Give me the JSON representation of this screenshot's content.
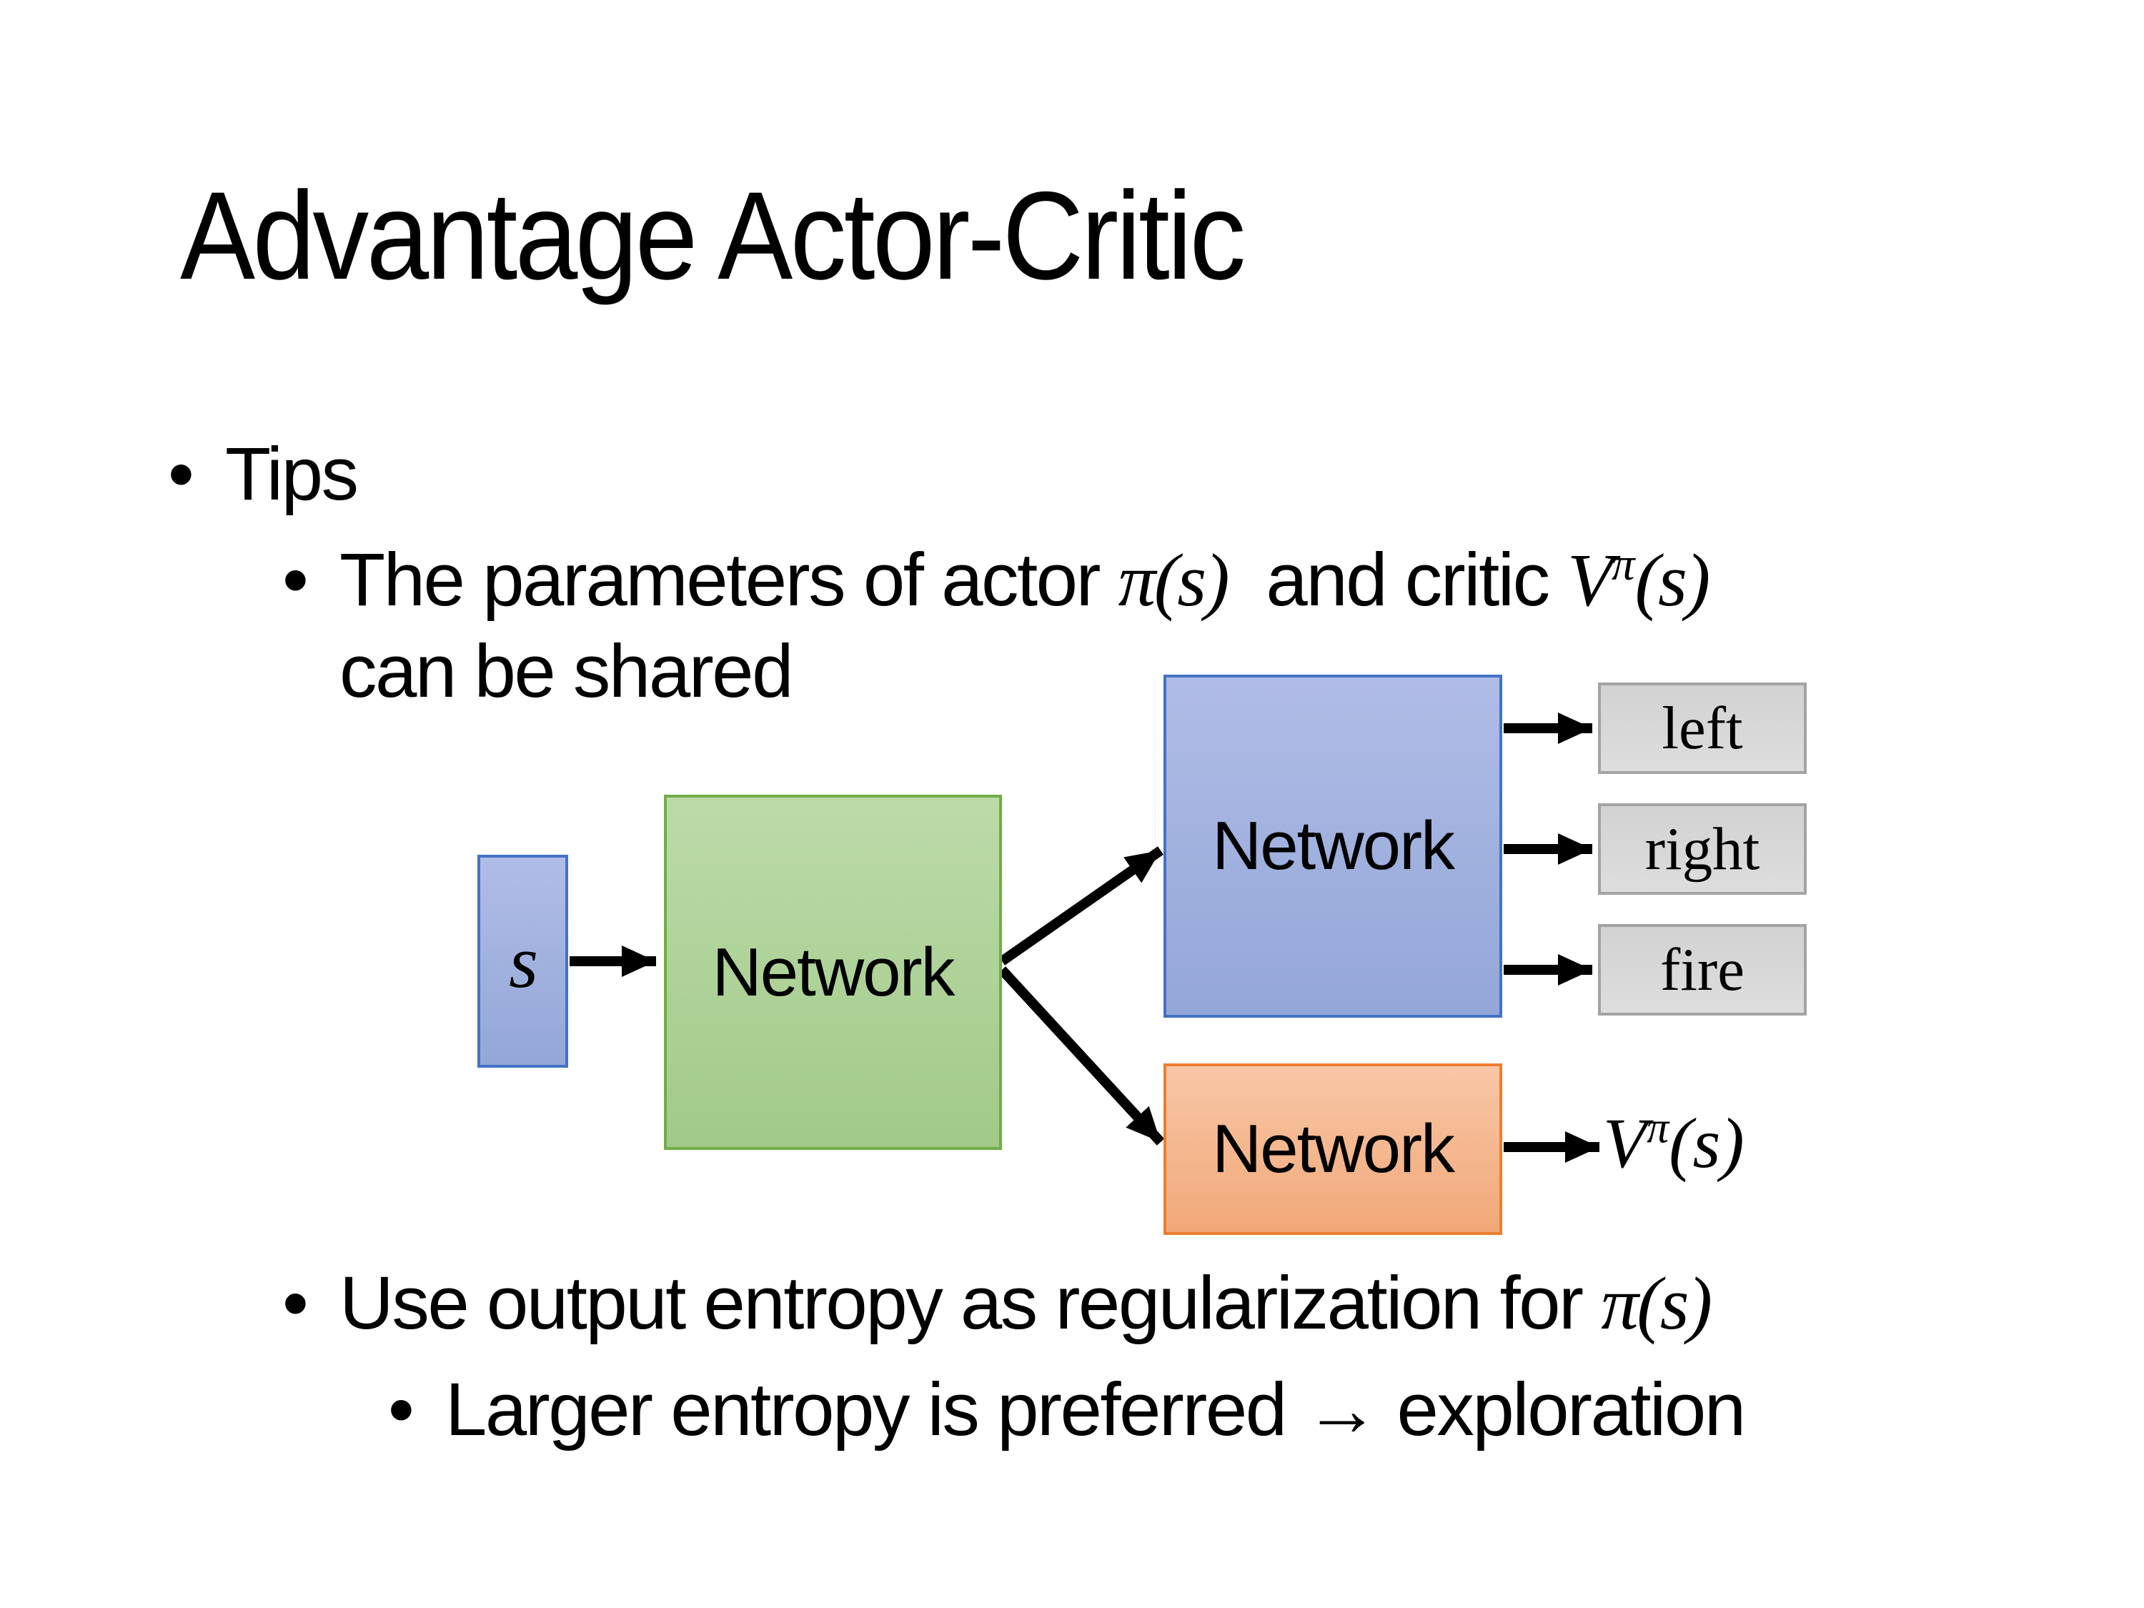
{
  "slide": {
    "title": "Advantage Actor-Critic",
    "bullet_char": "•"
  },
  "bullets": [
    {
      "level": 1,
      "segments": [
        {
          "t": "Tips"
        }
      ]
    },
    {
      "level": 2,
      "segments": [
        {
          "t": "The parameters of actor "
        },
        {
          "m": "π(s)"
        },
        {
          "t": "  and critic "
        },
        {
          "m": "V"
        },
        {
          "sup": "π"
        },
        {
          "m": "(s)"
        }
      ]
    },
    {
      "level": 2,
      "continuation": true,
      "segments": [
        {
          "t": "can be shared"
        }
      ]
    },
    {
      "level": 2,
      "segments": [
        {
          "t": "Use output entropy as regularization for "
        },
        {
          "m": "π(s)"
        }
      ]
    },
    {
      "level": 3,
      "segments": [
        {
          "t": "Larger entropy is preferred → exploration"
        }
      ]
    }
  ],
  "diagram": {
    "state_box": {
      "label": "s"
    },
    "shared_network": {
      "label": "Network"
    },
    "actor_network": {
      "label": "Network"
    },
    "critic_network": {
      "label": "Network"
    },
    "actions": [
      {
        "label": "left"
      },
      {
        "label": "right"
      },
      {
        "label": "fire"
      }
    ],
    "critic_output": {
      "segments": [
        {
          "m": "V"
        },
        {
          "sup": "π"
        },
        {
          "m": "(s)"
        }
      ]
    },
    "colors": {
      "blue_fill_top": "#b0bce6",
      "blue_fill_bottom": "#93a7d8",
      "blue_border": "#4472c4",
      "green_fill_top": "#bcdaa9",
      "green_fill_bottom": "#a1ca89",
      "green_border": "#70ad47",
      "orange_fill_top": "#f8c7a7",
      "orange_fill_bottom": "#f1a878",
      "orange_border": "#ed7d31",
      "gray_fill_top": "#d2d2d2",
      "gray_fill_bottom": "#dddddd",
      "gray_border": "#a3a3a3",
      "arrow": "#000000"
    }
  }
}
